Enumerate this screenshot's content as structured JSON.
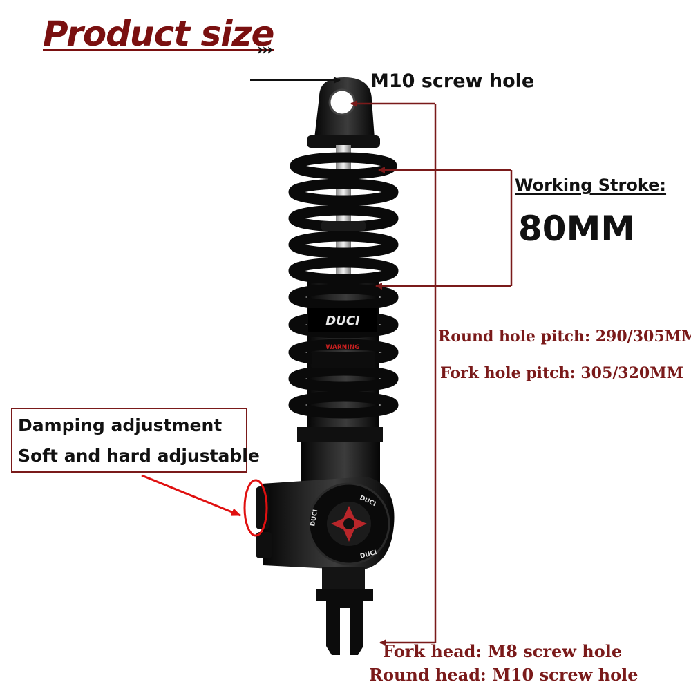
{
  "header": {
    "title": "Product size",
    "chevrons": "›››"
  },
  "labels": {
    "top_hole": "M10 screw hole",
    "working_stroke_label": "Working Stroke:",
    "working_stroke_value": "80MM",
    "round_hole_pitch": "Round hole pitch: 290/305MM",
    "fork_hole_pitch": "Fork hole pitch: 305/320MM",
    "fork_head": "Fork head: M8 screw hole",
    "round_head": "Round head: M10 screw hole"
  },
  "damping_box": {
    "line1": "Damping adjustment",
    "line2": "Soft and hard adjustable"
  },
  "product": {
    "brand_text": "DUCI",
    "warning_text": "WARNING"
  },
  "colors": {
    "title": "#7a1010",
    "dimension_lines": "#7a1a1a",
    "callout": "#e01010",
    "body": "#111111"
  }
}
